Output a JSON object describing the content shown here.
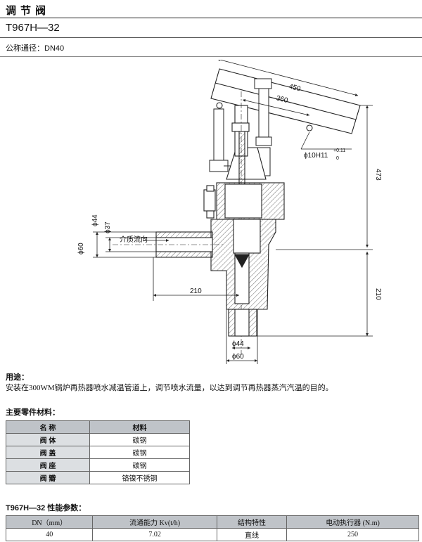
{
  "header": {
    "title": "调节阀",
    "model": "T967H—32",
    "nominal_dn": "公称通径：DN40"
  },
  "drawing": {
    "dim_450": "450",
    "dim_360": "360",
    "dim_473": "473",
    "dim_210_h": "210",
    "dim_210_v": "210",
    "hole_fit": "ϕ10H11",
    "hole_tol_upper": "+0.11",
    "hole_tol_lower": "0",
    "dia_44_left": "ϕ44",
    "dia_37": "ϕ37",
    "dia_60_left": "ϕ60",
    "flow_label": "介质流向",
    "dia_44_bottom": "ϕ44",
    "dia_60_bottom": "ϕ60"
  },
  "usage": {
    "heading": "用途：",
    "text": "安装在300WM锅炉再热器喷水减温管道上，调节喷水流量，以达到调节再热器蒸汽汽温的目的。"
  },
  "materials": {
    "heading": "主要零件材料：",
    "col_name": "名  称",
    "col_material": "材料",
    "rows": [
      {
        "name": "阀  体",
        "material": "碳钢"
      },
      {
        "name": "阀  盖",
        "material": "碳钢"
      },
      {
        "name": "阀  座",
        "material": "碳钢"
      },
      {
        "name": "阀  瓣",
        "material": "铬镍不锈钢"
      }
    ]
  },
  "performance": {
    "heading": "T967H—32 性能参数：",
    "headers": [
      "DN（mm）",
      "流通能力 Kv(t/h)",
      "结构特性",
      "电动执行器 (N.m)"
    ],
    "values": [
      "40",
      "7.02",
      "直线",
      "250"
    ]
  }
}
